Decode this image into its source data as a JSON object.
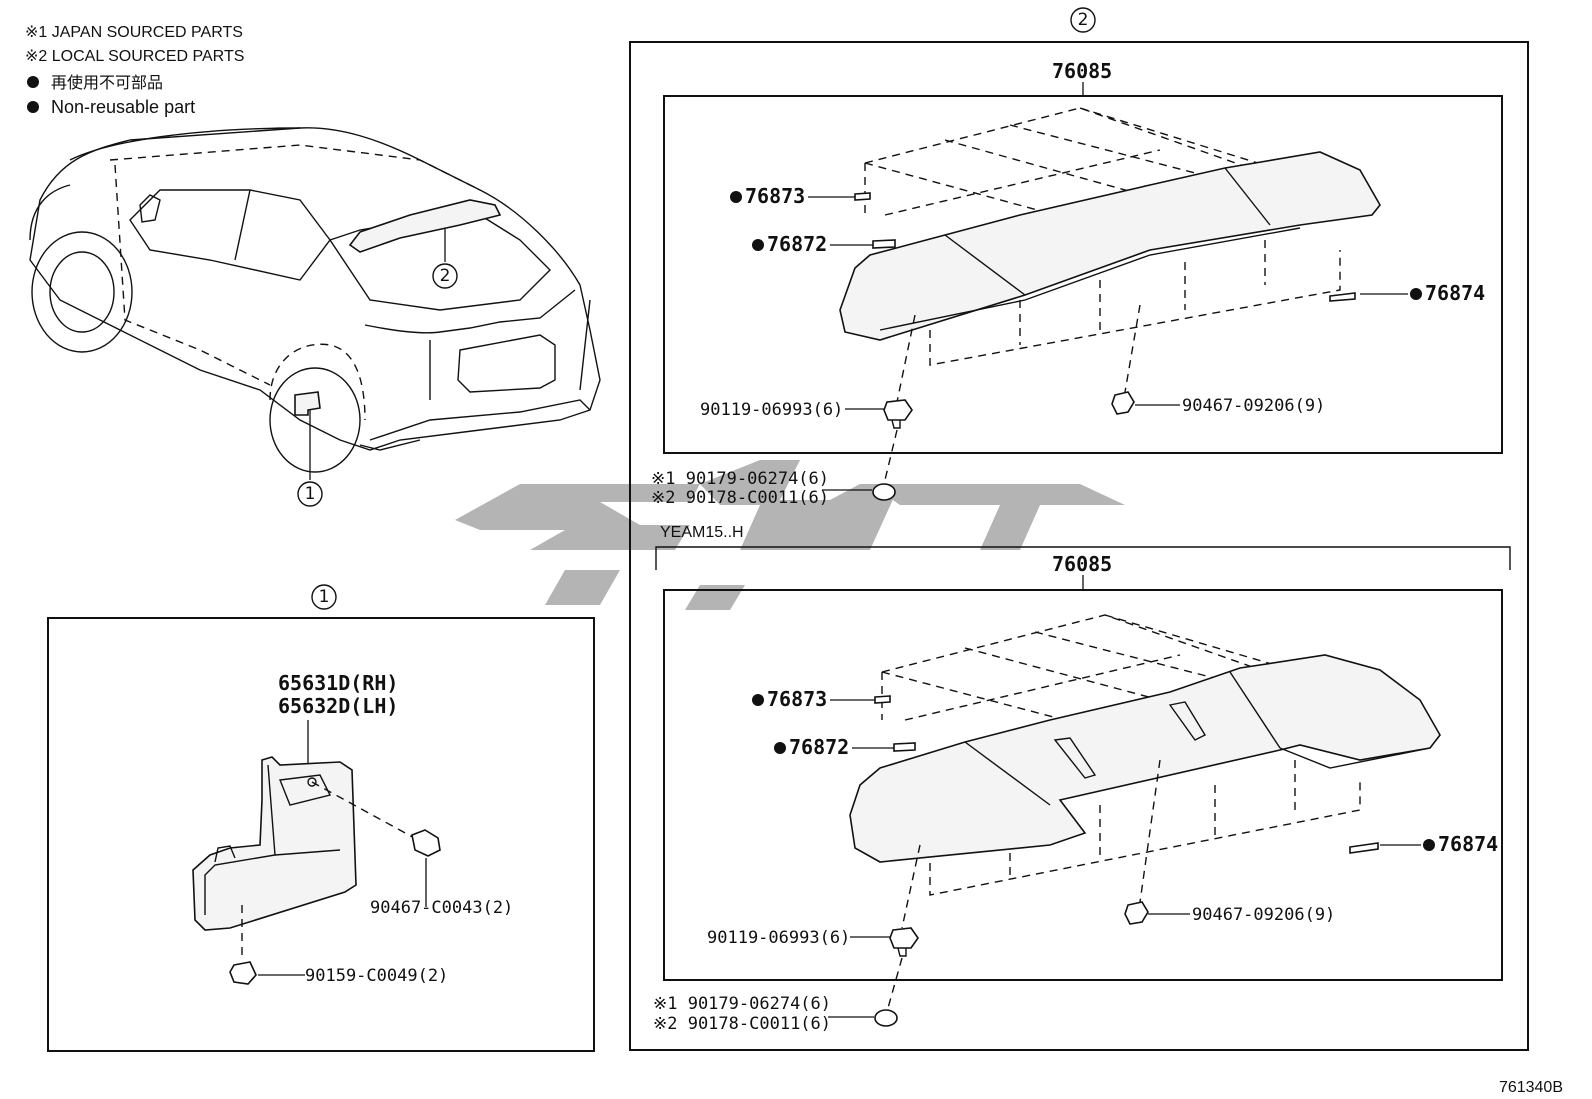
{
  "legend": [
    "※1 JAPAN SOURCED PARTS",
    "※2 LOCAL SOURCED PARTS",
    "再使用不可部品",
    "Non-reusable part"
  ],
  "callouts": {
    "1": "1",
    "2": "2"
  },
  "section1": {
    "parts": [
      "65631D(RH)",
      "65632D(LH)",
      "90467-C0043(2)",
      "90159-C0049(2)"
    ]
  },
  "section2": {
    "upper": {
      "assembly": "76085",
      "p76873": "76873",
      "p76872": "76872",
      "p76874": "76874",
      "p90119": "90119-06993(6)",
      "p90467": "90467-09206(9)",
      "p90179": "※1 90179-06274(6)",
      "p90178": "※2 90178-C0011(6)"
    },
    "lower": {
      "variant": "YEAM15..H",
      "assembly": "76085",
      "p76873": "76873",
      "p76872": "76872",
      "p76874": "76874",
      "p90119": "90119-06993(6)",
      "p90467": "90467-09206(9)",
      "p90179": "※1 90179-06274(6)",
      "p90178": "※2 90178-C0011(6)"
    }
  },
  "drawing_id": "761340B",
  "colors": {
    "line": "#111111",
    "watermark": "#a7a7a7",
    "part_fill": "#f4f4f4"
  }
}
